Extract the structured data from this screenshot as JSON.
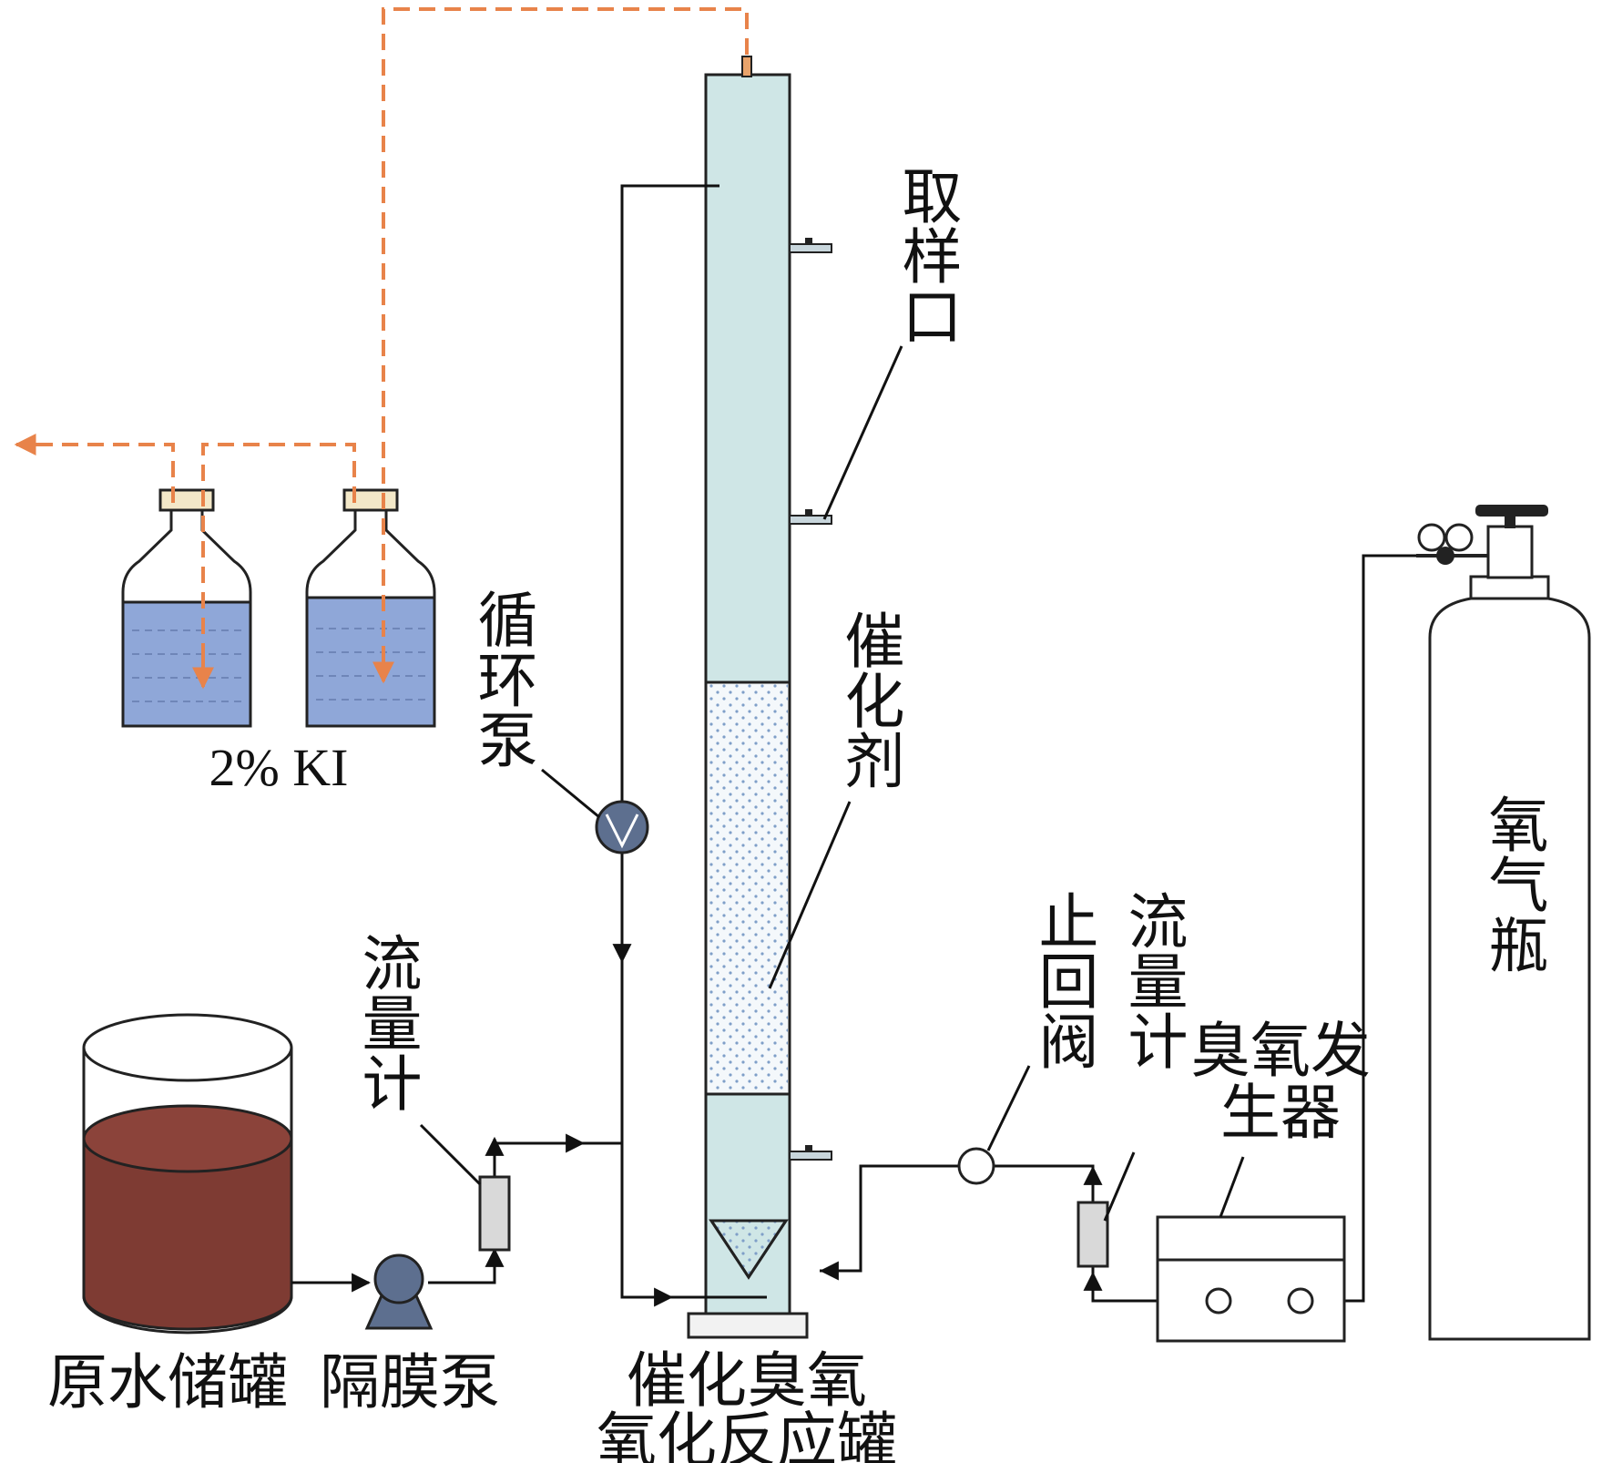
{
  "labels": {
    "sampling_port": "取样口",
    "catalyst": "催化剂",
    "circulation_pump": "循环泵",
    "ki_solution": "2% KI",
    "flowmeter_left": "流量计",
    "raw_water_tank": "原水储罐",
    "diaphragm_pump": "隔膜泵",
    "reactor_line1": "催化臭氧",
    "reactor_line2": "氧化反应罐",
    "check_valve": "止回阀",
    "flowmeter_right": "流量计",
    "ozone_generator_line1": "臭氧发",
    "ozone_generator_line2": "生器",
    "oxygen_cylinder": "氧气瓶"
  },
  "colors": {
    "line": "#111111",
    "gas_dashed": "#e8834a",
    "column_fill": "#cfe6e6",
    "ki_liquid": "#8fa7d8",
    "raw_water": "#7e3b33",
    "pump": "#5d6f8f",
    "flowmeter_fill": "#d9d9d9",
    "dot": "#7f9fc8"
  }
}
